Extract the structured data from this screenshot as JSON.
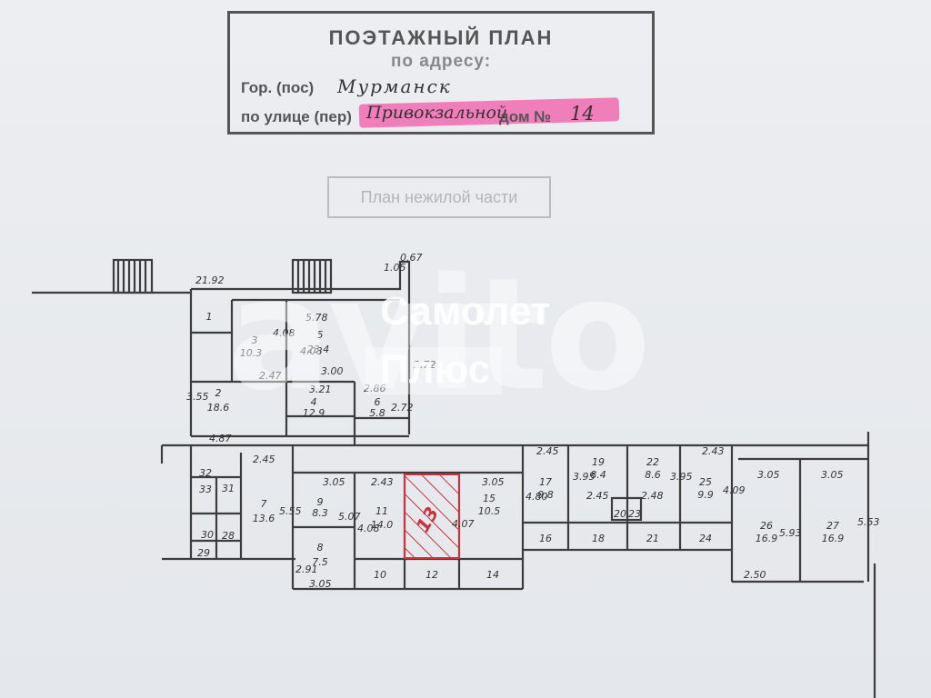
{
  "header": {
    "title": "ПОЭТАЖНЫЙ ПЛАН",
    "subtitle": "по адресу:",
    "city_label": "Гор. (пос)",
    "city_value": "Мурманск",
    "street_label": "по улице (пер)",
    "street_value": "Привокзальной",
    "house_label": "дом №",
    "house_value": "14"
  },
  "plan_caption": "План нежилой части",
  "watermark": {
    "brand": "avito",
    "line1": "Самолет",
    "line2": "Плюс"
  },
  "dimensions": [
    "0.67",
    "1.05",
    "21.92",
    "3.55",
    "2.72",
    "2.72",
    "2.47",
    "2.86",
    "5.78",
    "4.08",
    "4.08",
    "3.21",
    "3.00",
    "4.87",
    "2.45",
    "3.05",
    "2.43",
    "3.05",
    "5.55",
    "5.07",
    "4.08",
    "4.07",
    "4.80",
    "2.45",
    "3.95",
    "2.45",
    "2.48",
    "3.95",
    "2.43",
    "4.09",
    "3.05",
    "3.05",
    "5.93",
    "5.53",
    "2.91",
    "3.05",
    "2.50"
  ],
  "rooms": [
    {
      "no": "1",
      "area": ""
    },
    {
      "no": "2",
      "area": "18.6"
    },
    {
      "no": "3",
      "area": "10.3"
    },
    {
      "no": "4",
      "area": "12.9"
    },
    {
      "no": "5",
      "area": "23.4"
    },
    {
      "no": "6",
      "area": "5.8"
    },
    {
      "no": "7",
      "area": "13.6"
    },
    {
      "no": "8",
      "area": "7.5"
    },
    {
      "no": "9",
      "area": "8.3"
    },
    {
      "no": "10",
      "area": ""
    },
    {
      "no": "11",
      "area": "14.0"
    },
    {
      "no": "12",
      "area": ""
    },
    {
      "no": "13",
      "area": ""
    },
    {
      "no": "14",
      "area": ""
    },
    {
      "no": "15",
      "area": "10.5"
    },
    {
      "no": "16",
      "area": ""
    },
    {
      "no": "17",
      "area": "9.8"
    },
    {
      "no": "18",
      "area": ""
    },
    {
      "no": "19",
      "area": "8.4"
    },
    {
      "no": "20",
      "area": ""
    },
    {
      "no": "21",
      "area": ""
    },
    {
      "no": "22",
      "area": "8.6"
    },
    {
      "no": "23",
      "area": ""
    },
    {
      "no": "24",
      "area": ""
    },
    {
      "no": "25",
      "area": "9.9"
    },
    {
      "no": "26",
      "area": "16.9"
    },
    {
      "no": "27",
      "area": "16.9"
    },
    {
      "no": "28",
      "area": ""
    },
    {
      "no": "29",
      "area": ""
    },
    {
      "no": "30",
      "area": ""
    },
    {
      "no": "31",
      "area": ""
    },
    {
      "no": "32",
      "area": ""
    },
    {
      "no": "33",
      "area": ""
    }
  ],
  "colors": {
    "ink": "#3c3c3c",
    "highlight": "#f06ab0",
    "hatch": "#c8333f"
  }
}
